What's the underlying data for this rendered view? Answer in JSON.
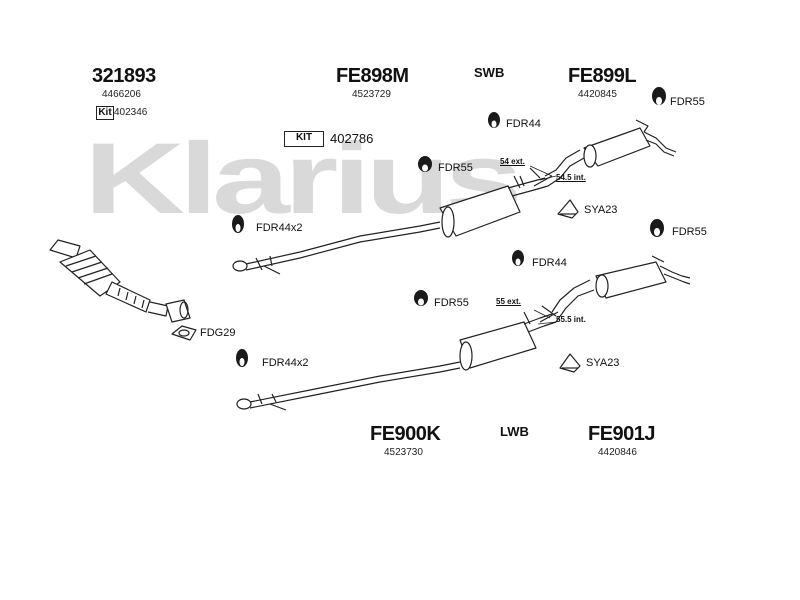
{
  "watermark": "Klarius",
  "header": {
    "p321893": {
      "code": "321893",
      "sub": "4466206",
      "kit_label": "Kit",
      "kit_code": "402346"
    },
    "fe898m": {
      "code": "FE898M",
      "sub": "4523729",
      "kit_label": "KIT",
      "kit_code": "402786"
    },
    "swb": "SWB",
    "fe899l": {
      "code": "FE899L",
      "sub": "4420845"
    }
  },
  "footer": {
    "fe900k": {
      "code": "FE900K",
      "sub": "4523730"
    },
    "lwb": "LWB",
    "fe901j": {
      "code": "FE901J",
      "sub": "4420846"
    }
  },
  "parts": {
    "fdr55_top_right": "FDR55",
    "fdr44_top": "FDR44",
    "fdr55_top_mid": "FDR55",
    "ext54": "54 ext.",
    "int54_5": "54.5 int.",
    "sya23_top": "SYA23",
    "fdr44x2_top": "FDR44x2",
    "fdr55_mid_right": "FDR55",
    "fdr44_mid": "FDR44",
    "fdr55_low_mid": "FDR55",
    "ext55": "55 ext.",
    "int55_5": "55.5 int.",
    "fdg29": "FDG29",
    "sya23_low": "SYA23",
    "fdr44x2_low": "FDR44x2"
  },
  "colors": {
    "ink": "#222222",
    "watermark": "#d9d9d9"
  }
}
